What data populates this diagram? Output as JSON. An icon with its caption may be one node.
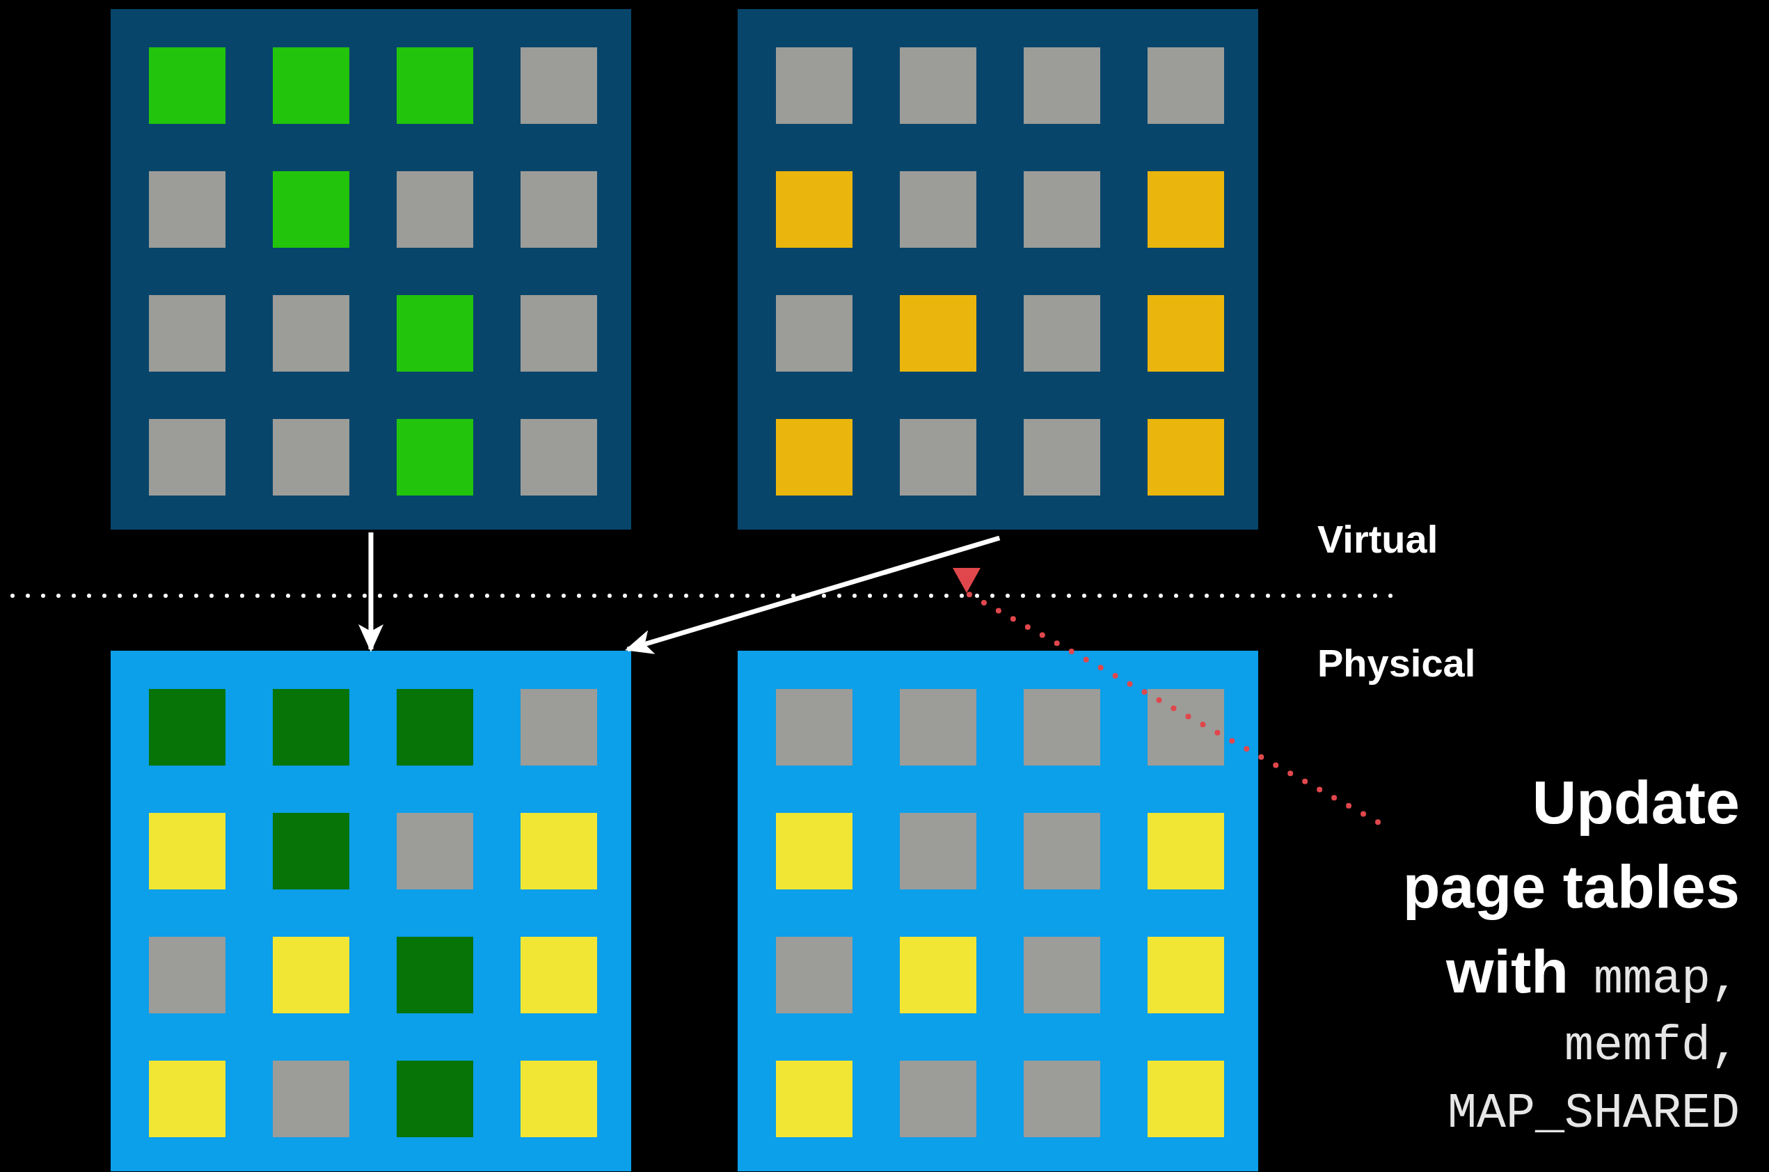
{
  "diagram": {
    "nodes": [
      {
        "text": [],
        "shape": "box"
      },
      {
        "text": [],
        "shape": "box",
        "in": 0
      },
      {
        "text": [],
        "shape": "box",
        "in": 0
      },
      {
        "text": [],
        "shape": "box",
        "in": 0
      },
      {
        "text": [],
        "shape": "box",
        "in": 0
      },
      {
        "text": [],
        "shape": "box",
        "in": 0
      },
      {
        "text": [],
        "shape": "box",
        "in": 0
      },
      {
        "text": [],
        "shape": "box",
        "in": 0
      },
      {
        "text": [],
        "shape": "box",
        "in": 0
      },
      {
        "text": [],
        "shape": "box",
        "in": 0
      },
      {
        "text": [],
        "shape": "box",
        "in": 0
      },
      {
        "text": [],
        "shape": "box",
        "in": 0
      },
      {
        "text": [],
        "shape": "box",
        "in": 0
      },
      {
        "text": [],
        "shape": "box",
        "in": 0
      },
      {
        "text": [],
        "shape": "box",
        "in": 0
      },
      {
        "text": [],
        "shape": "box",
        "in": 0
      },
      {
        "text": [],
        "shape": "box",
        "in": 0
      },
      {
        "text": [],
        "shape": "box"
      },
      {
        "text": [],
        "shape": "box",
        "in": 17
      },
      {
        "text": [],
        "shape": "box",
        "in": 17
      },
      {
        "text": [],
        "shape": "box",
        "in": 17
      },
      {
        "text": [],
        "shape": "box",
        "in": 17
      },
      {
        "text": [],
        "shape": "box",
        "in": 17
      },
      {
        "text": [],
        "shape": "box",
        "in": 17
      },
      {
        "text": [],
        "shape": "box",
        "in": 17
      },
      {
        "text": [],
        "shape": "box",
        "in": 17
      },
      {
        "text": [],
        "shape": "box",
        "in": 17
      },
      {
        "text": [],
        "shape": "box",
        "in": 17
      },
      {
        "text": [],
        "shape": "box",
        "in": 17
      },
      {
        "text": [],
        "shape": "box",
        "in": 17
      },
      {
        "text": [],
        "shape": "box",
        "in": 17
      },
      {
        "text": [],
        "shape": "box",
        "in": 17
      },
      {
        "text": [],
        "shape": "box",
        "in": 17
      },
      {
        "text": [],
        "shape": "box",
        "in": 17
      },
      {
        "text": [],
        "shape": "box"
      },
      {
        "text": [],
        "shape": "box",
        "in": 34
      },
      {
        "text": [],
        "shape": "box",
        "in": 34
      },
      {
        "text": [],
        "shape": "box",
        "in": 34
      },
      {
        "text": [],
        "shape": "box",
        "in": 34
      },
      {
        "text": [],
        "shape": "box",
        "in": 34
      },
      {
        "text": [],
        "shape": "box",
        "in": 34
      },
      {
        "text": [],
        "shape": "box",
        "in": 34
      },
      {
        "text": [],
        "shape": "box",
        "in": 34
      },
      {
        "text": [],
        "shape": "box",
        "in": 34
      },
      {
        "text": [],
        "shape": "box",
        "in": 34
      },
      {
        "text": [],
        "shape": "box",
        "in": 34
      },
      {
        "text": [],
        "shape": "box",
        "in": 34
      },
      {
        "text": [],
        "shape": "box",
        "in": 34
      },
      {
        "text": [],
        "shape": "box",
        "in": 34
      },
      {
        "text": [],
        "shape": "box",
        "in": 34
      },
      {
        "text": [],
        "shape": "box",
        "in": 34
      },
      {
        "text": [],
        "shape": "box"
      },
      {
        "text": [],
        "shape": "box",
        "in": 51
      },
      {
        "text": [],
        "shape": "box",
        "in": 51
      },
      {
        "text": [],
        "shape": "box",
        "in": 51
      },
      {
        "text": [],
        "shape": "box",
        "in": 51
      },
      {
        "text": [],
        "shape": "box",
        "in": 51
      },
      {
        "text": [],
        "shape": "box",
        "in": 51
      },
      {
        "text": [],
        "shape": "box",
        "in": 51
      },
      {
        "text": [],
        "shape": "box",
        "in": 51
      },
      {
        "text": [],
        "shape": "box",
        "in": 51
      },
      {
        "text": [],
        "shape": "box",
        "in": 51
      },
      {
        "text": [],
        "shape": "box",
        "in": 51
      },
      {
        "text": [],
        "shape": "box",
        "in": 51
      },
      {
        "text": [],
        "shape": "box",
        "in": 51
      },
      {
        "text": [],
        "shape": "box",
        "in": 51
      },
      {
        "text": [],
        "shape": "box",
        "in": 51
      },
      {
        "text": [],
        "shape": "box",
        "in": 51
      },
      {
        "text": [
          "Update page tables with",
          "mmap, memfd, MAP_SHARED"
        ]
      }
    ],
    "edges": [
      {
        "from": 0,
        "to": 34,
        "arrow": "to"
      },
      {
        "from": 17,
        "to": 34,
        "arrow": "to"
      },
      {
        "from": 68,
        "to": null,
        "arrow": "to",
        "style": "dashed",
        "color": "#e0474c"
      }
    ],
    "labels": [
      "Virtual",
      "Physical"
    ]
  }
}
